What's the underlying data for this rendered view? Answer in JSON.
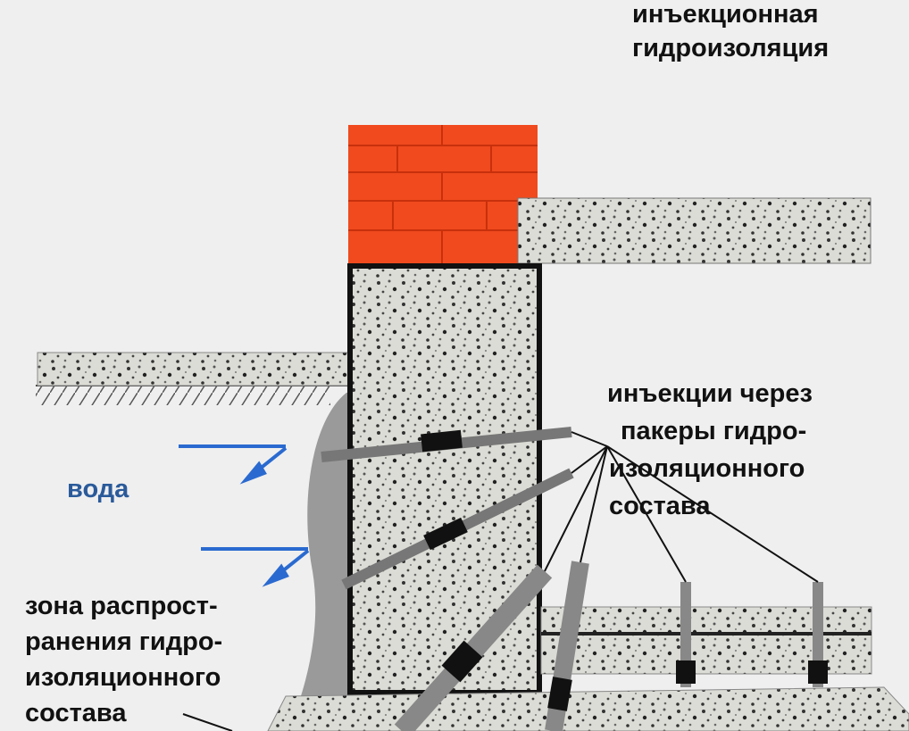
{
  "title": {
    "line1": "инъекционная",
    "line2": "гидроизоляция"
  },
  "injection_label": {
    "line1": "инъекции через",
    "line2": "пакеры гидро-",
    "line3": "изоляционного",
    "line4": "состава"
  },
  "water_label": "вода",
  "zone_label": {
    "line1": "зона распрост-",
    "line2": "ранения гидро-",
    "line3": "изоляционного",
    "line4": "состава"
  },
  "colors": {
    "brick": "#f04a1e",
    "concrete": "#dcdcd6",
    "water_text": "#2a5a9a",
    "arrow": "#2a6ad0",
    "zone": "#9a9a9a"
  }
}
